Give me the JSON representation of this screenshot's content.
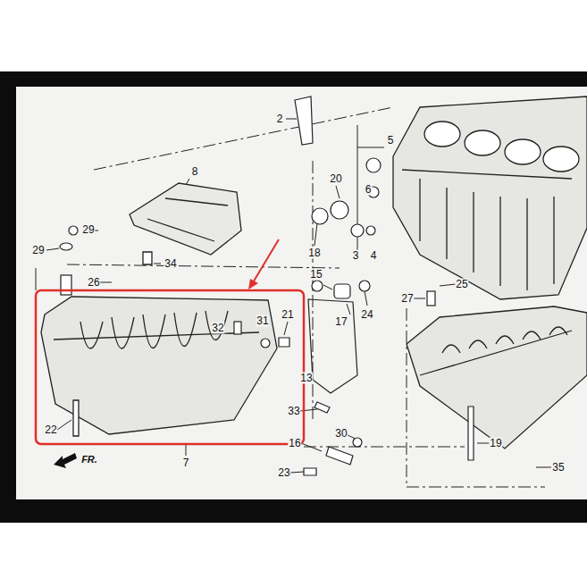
{
  "diagram": {
    "labels": [
      "2",
      "5",
      "8",
      "20",
      "6",
      "29",
      "29",
      "34",
      "18",
      "3",
      "4",
      "26",
      "15",
      "17",
      "24",
      "27",
      "25",
      "32",
      "31",
      "21",
      "13",
      "33",
      "22",
      "7",
      "30",
      "16",
      "19",
      "23",
      "35",
      "FR."
    ]
  }
}
